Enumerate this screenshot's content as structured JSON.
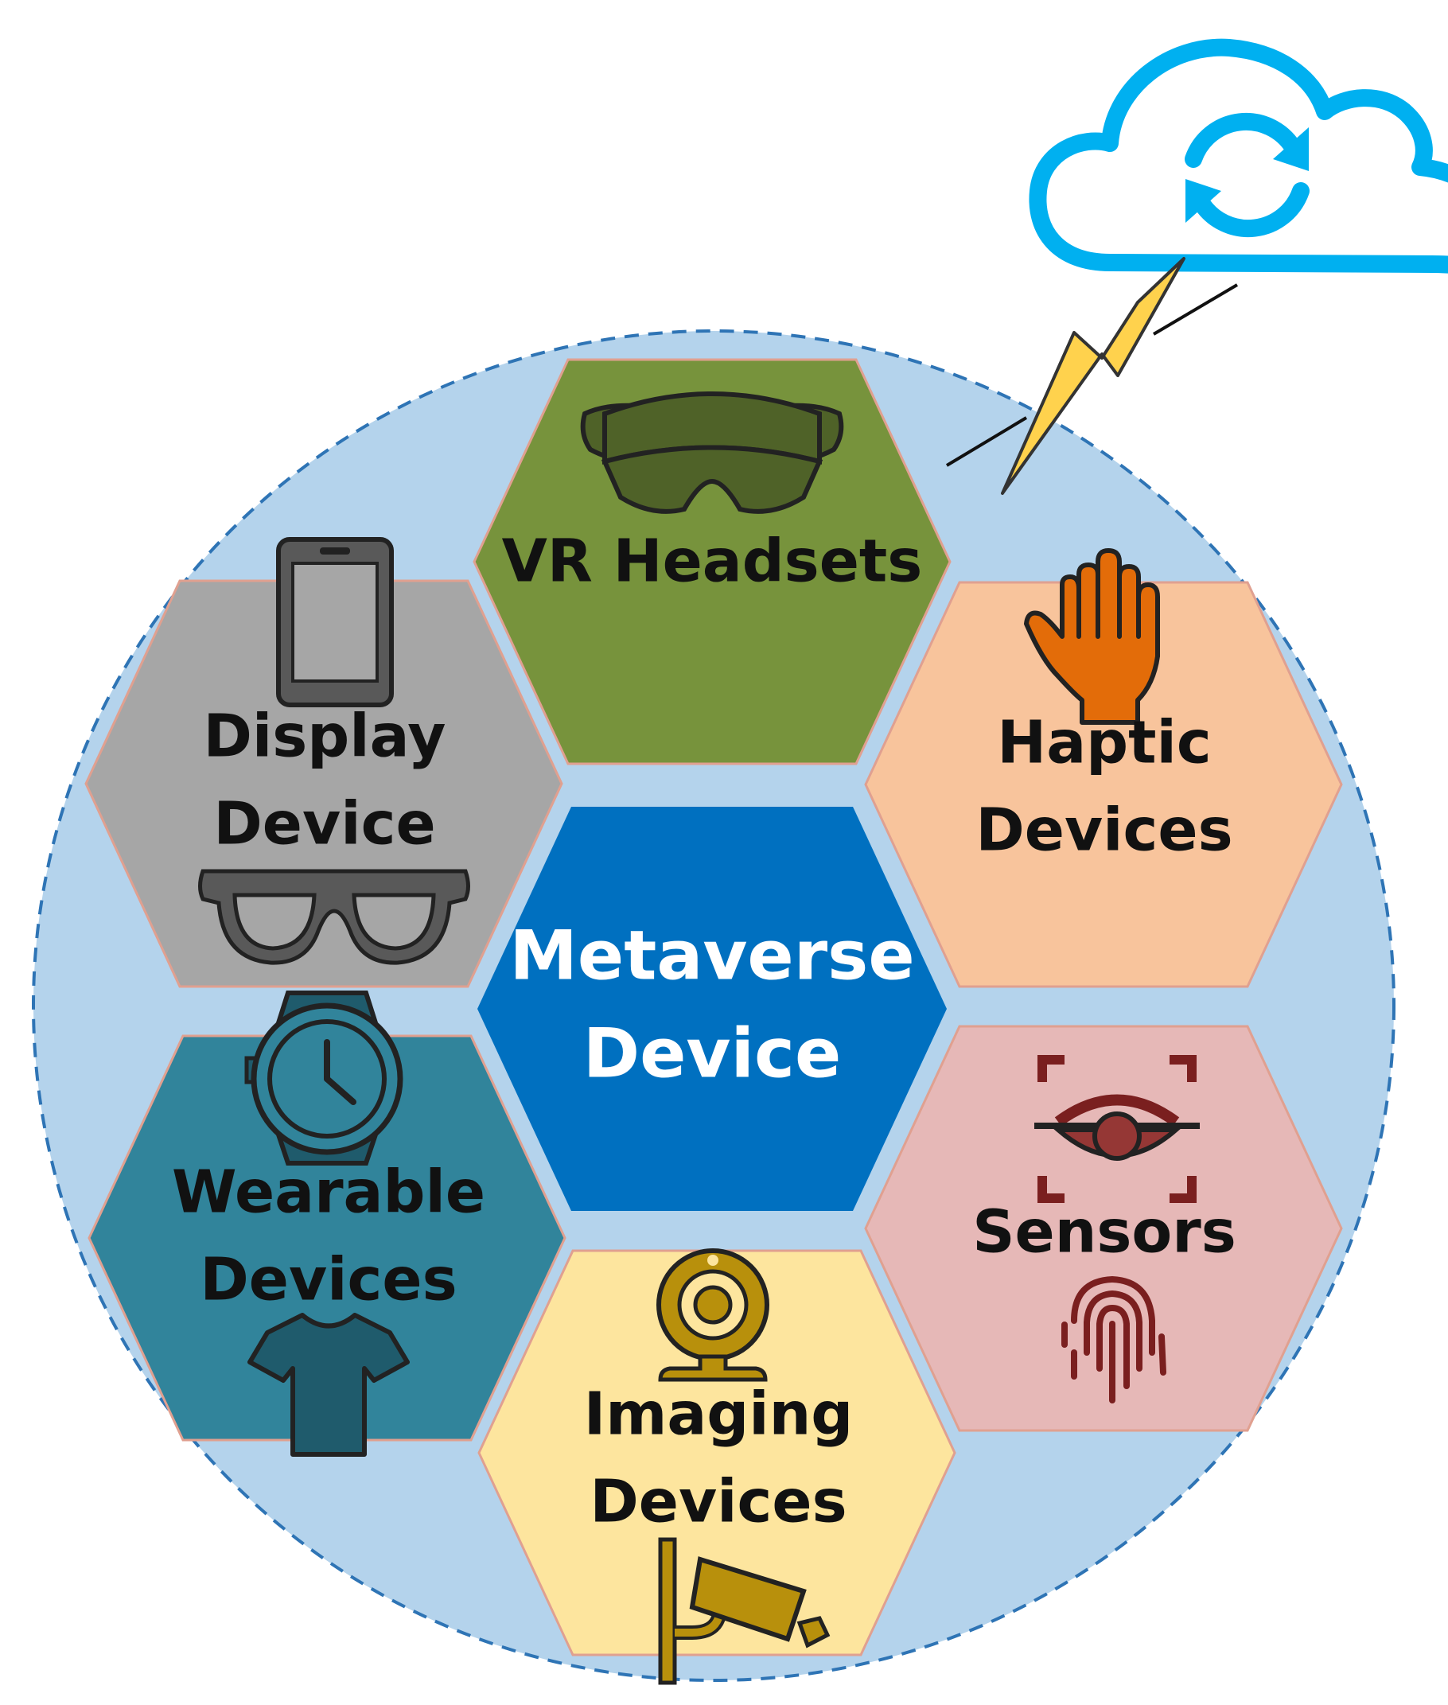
{
  "center": {
    "line1": "Metaverse",
    "line2": "Device"
  },
  "cells": {
    "vr": {
      "line1": "VR Headsets"
    },
    "haptic": {
      "line1": "Haptic",
      "line2": "Devices"
    },
    "sensors": {
      "line1": "Sensors"
    },
    "imaging": {
      "line1": "Imaging",
      "line2": "Devices"
    },
    "wearable": {
      "line1": "Wearable",
      "line2": "Devices"
    },
    "display": {
      "line1": "Display",
      "line2": "Device"
    }
  },
  "colors": {
    "circle_fill": "#b4d3ec",
    "circle_border": "#2e74b5",
    "center": "#0070c0",
    "vr": "#77933c",
    "haptic": "#f8c49c",
    "sensors": "#e6b8b7",
    "imaging": "#fde59e",
    "wearable": "#31849b",
    "display": "#a6a6a6",
    "cloud": "#00b0f0",
    "lightning": "#ffd24d"
  },
  "icons": {
    "vr": "vr-headset-icon",
    "haptic": "hand-icon",
    "sensors_top": "eye-scan-icon",
    "sensors_bottom": "fingerprint-icon",
    "imaging_top": "webcam-icon",
    "imaging_bottom": "security-camera-icon",
    "wearable_top": "smartwatch-icon",
    "wearable_bottom": "tshirt-icon",
    "display_top": "smartphone-icon",
    "display_bottom": "smart-glasses-icon",
    "cloud": "cloud-sync-icon",
    "lightning": "lightning-icon"
  }
}
